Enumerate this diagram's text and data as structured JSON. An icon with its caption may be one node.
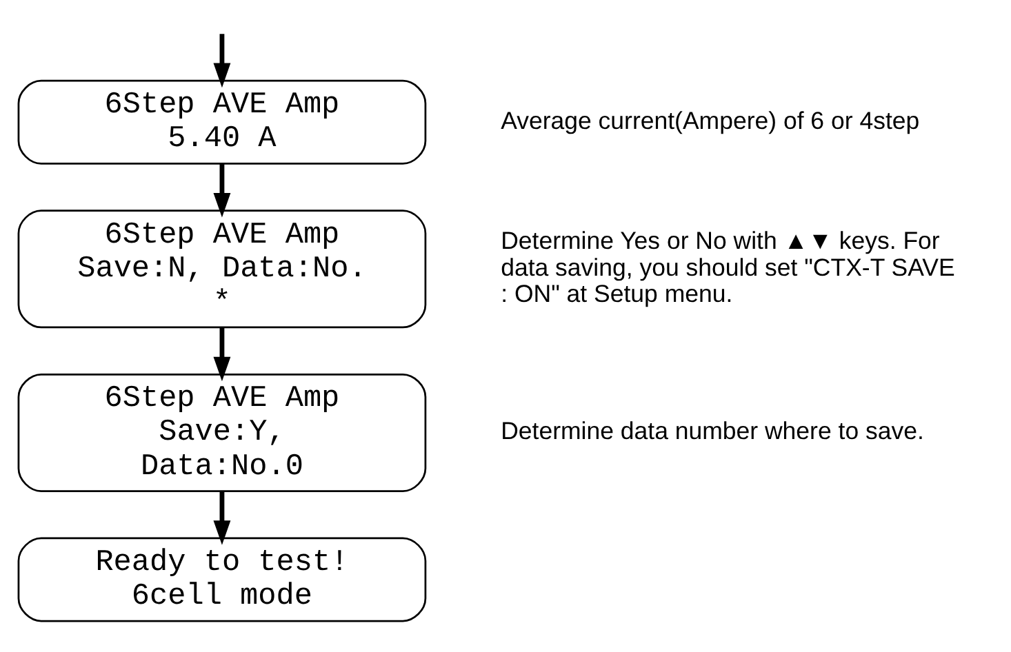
{
  "diagram": {
    "nodes": [
      {
        "text": [
          "6Step AVE Amp 5.40 A"
        ],
        "beside": [
          "Average current(Ampere) of 6 or 4step"
        ]
      },
      {
        "text": [
          "6Step AVE Amp Save:N, Data:No. *"
        ],
        "beside": [
          "Determine Yes or No with ▲▼ keys. For data saving, you should set \"CTX-T SAVE : ON\" at Setup menu."
        ]
      },
      {
        "text": [
          "6Step AVE Amp Save:Y, Data:No.0"
        ],
        "beside": [
          "Determine data number where to save."
        ]
      },
      {
        "text": [
          "Ready to test! 6cell mode"
        ]
      }
    ],
    "edges": [
      {
        "from": null,
        "to": 0,
        "arrow": "to"
      },
      {
        "from": 0,
        "to": 1,
        "arrow": "to"
      },
      {
        "from": 1,
        "to": 2,
        "arrow": "to"
      },
      {
        "from": 2,
        "to": 3,
        "arrow": "to"
      }
    ]
  }
}
